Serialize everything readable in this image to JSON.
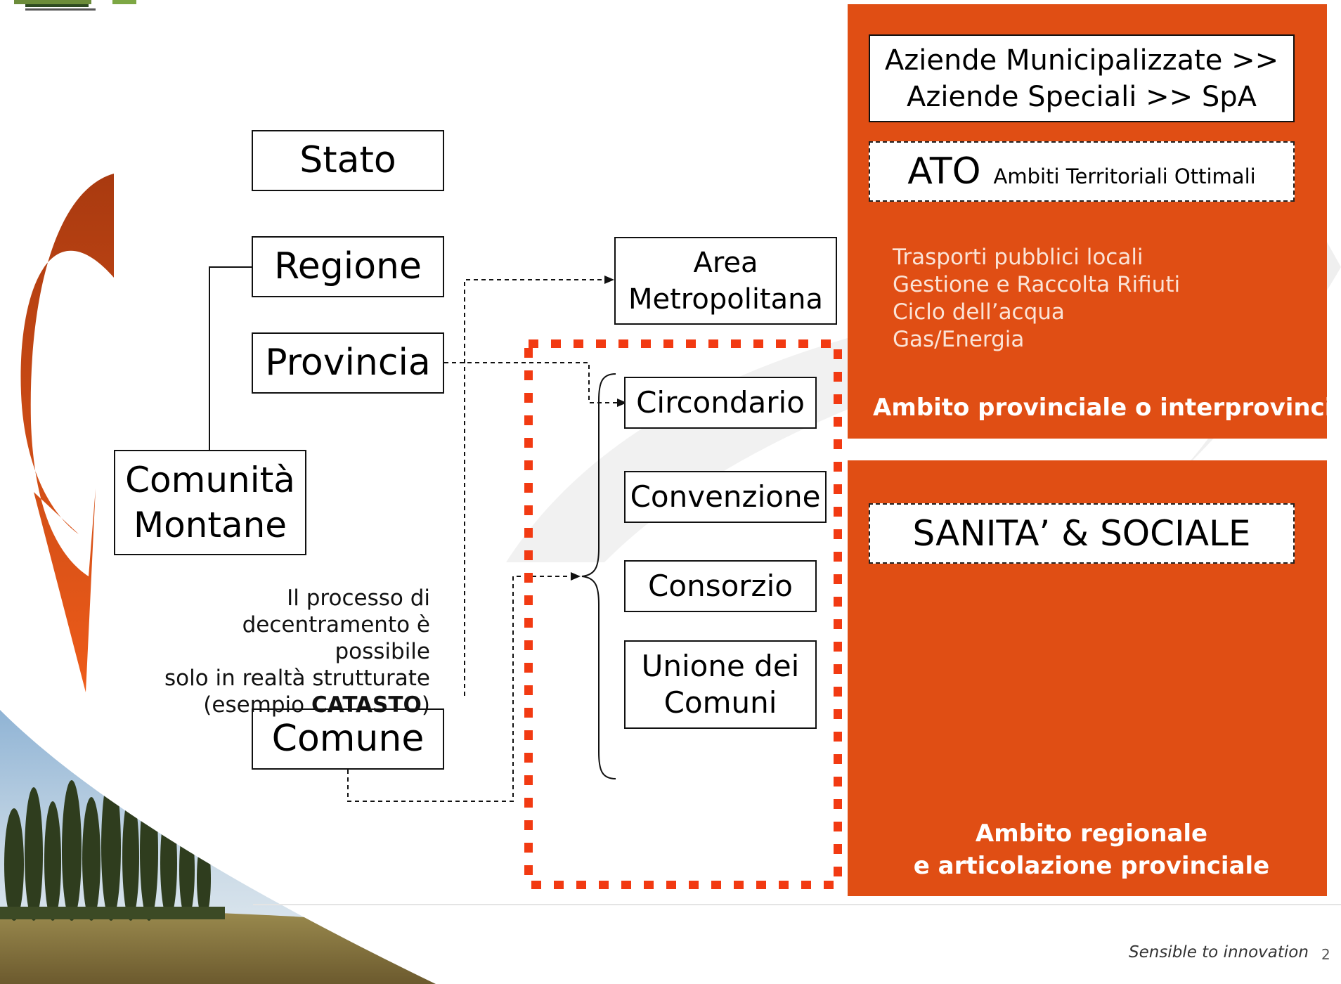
{
  "boxes": {
    "stato": "Stato",
    "regione": "Regione",
    "provincia": "Provincia",
    "comunita_montane": [
      "Comunità",
      "Montane"
    ],
    "comune": "Comune",
    "area_metropolitana": [
      "Area",
      "Metropolitana"
    ],
    "circondario": "Circondario",
    "convenzione": "Convenzione",
    "consorzio": "Consorzio",
    "unione_dei_comuni": [
      "Unione dei",
      "Comuni"
    ]
  },
  "note": {
    "lines": [
      "Il processo di",
      "decentramento è possibile",
      "solo in realtà strutturate"
    ],
    "last_prefix": "(esempio ",
    "last_bold": "CATASTO",
    "last_suffix": ")"
  },
  "top_panel": {
    "aziende": [
      "Aziende Municipalizzate >>",
      "Aziende Speciali >> SpA"
    ],
    "ato_big": "ATO",
    "ato_small": "Ambiti  Territoriali Ottimali",
    "services": [
      "Trasporti pubblici locali",
      "Gestione e Raccolta Rifiuti",
      "Ciclo dell’acqua",
      "Gas/Energia"
    ],
    "ambito": "Ambito provinciale o interprovinciale"
  },
  "bottom_panel": {
    "sanita": "SANITA’ & SOCIALE",
    "ambito": [
      "Ambito regionale",
      "e articolazione provinciale"
    ]
  },
  "footer": {
    "tagline": "Sensible to innovation",
    "page": "2"
  },
  "colors": {
    "orange_panel": "#E04E14",
    "red_dots": "#F23A12",
    "arrow_dark": "#B8400F",
    "arrow_light": "#E85A1A"
  }
}
